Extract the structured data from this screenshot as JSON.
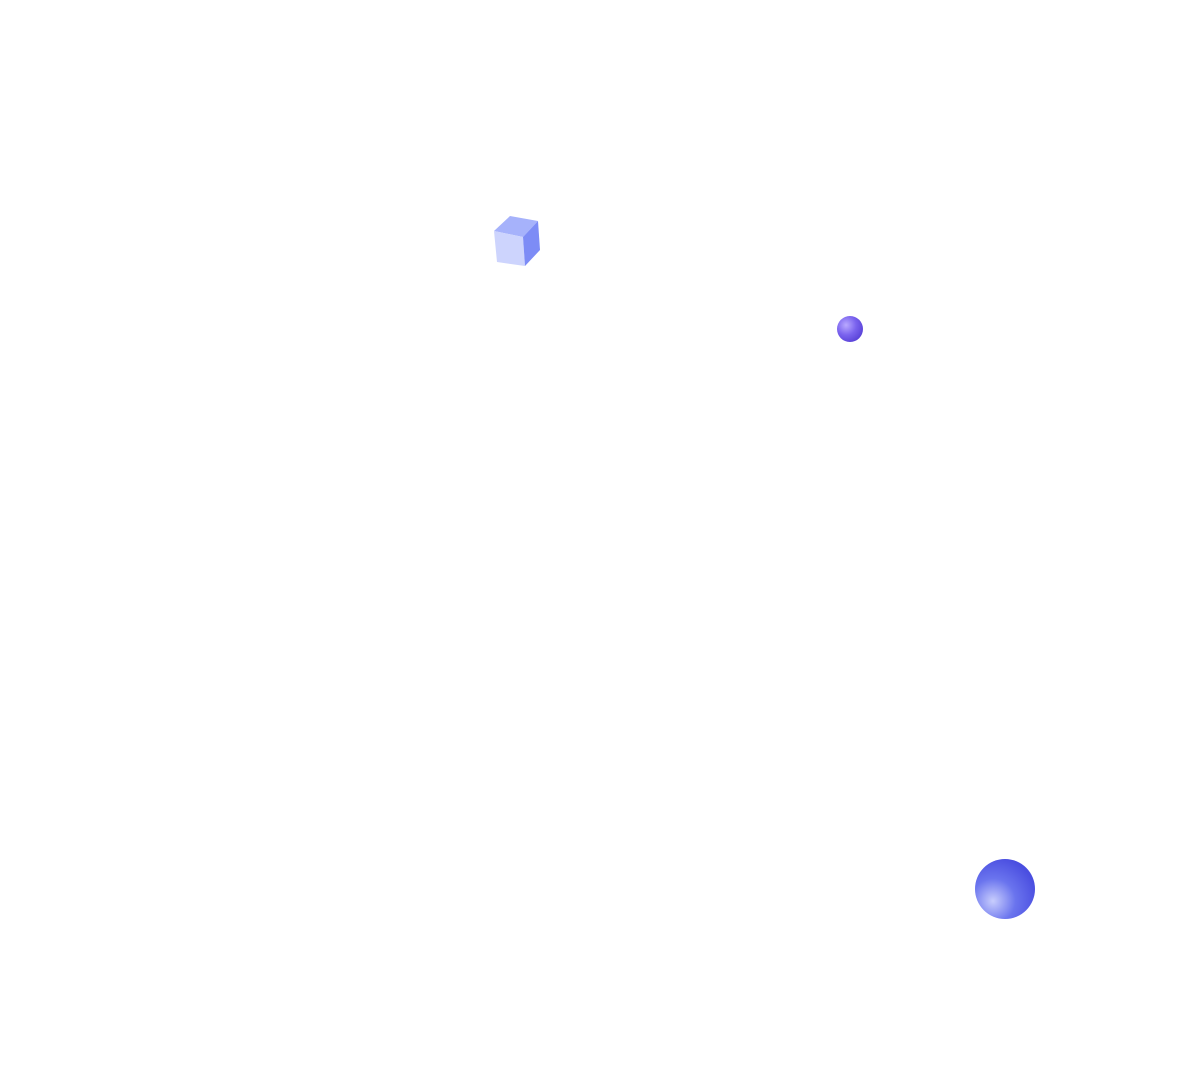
{
  "scene": {
    "background": "#ffffff",
    "shapes": [
      {
        "kind": "cube",
        "icon": "cube-icon",
        "colors": {
          "top": "#a6b2fb",
          "front": "#cdd4fd",
          "side": "#7d8cf6"
        }
      },
      {
        "kind": "sphere",
        "icon": "small-sphere-icon",
        "colors": {
          "highlight": "#b9a9ff",
          "mid": "#7a63ee",
          "shadow": "#5a43d8"
        }
      },
      {
        "kind": "sphere",
        "icon": "large-sphere-icon",
        "colors": {
          "highlight": "#c8cdfd",
          "mid": "#6a74ee",
          "shadow": "#4a4ee0"
        }
      }
    ]
  }
}
